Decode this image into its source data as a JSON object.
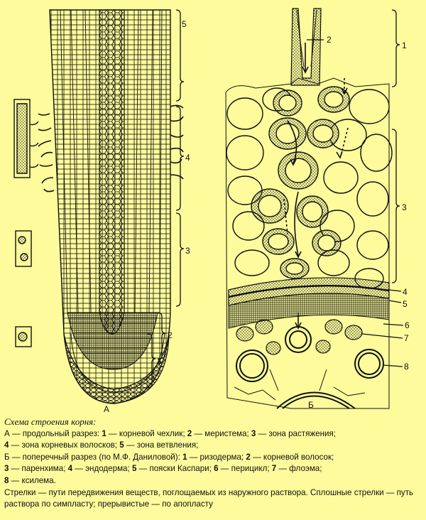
{
  "figure": {
    "panel_a_label": "А",
    "panel_b_label": "Б",
    "panel_a_numbers": [
      "1",
      "2",
      "3",
      "4",
      "5"
    ],
    "panel_b_numbers": [
      "1",
      "2",
      "3",
      "4",
      "5",
      "6",
      "7",
      "8"
    ]
  },
  "caption": {
    "title": "Схема строения корня:",
    "line_a": {
      "prefix": "А — продольный разрез: ",
      "n1": "1",
      "t1": " — корневой чехлик; ",
      "n2": "2",
      "t2": " — меристема; ",
      "n3": "3",
      "t3": " — зона растяжения;"
    },
    "line_a2": {
      "n4": "4",
      "t4": " — зона корневых волосков; ",
      "n5": "5",
      "t5": " — зона ветвления;"
    },
    "line_b": {
      "prefix": "Б — поперечный разрез (по М.Ф. Даниловой): ",
      "n1": "1",
      "t1": " — ризодерма; ",
      "n2": "2",
      "t2": " — корневой волосок;"
    },
    "line_b2": {
      "n3": "3",
      "t3": " — паренхима; ",
      "n4": "4",
      "t4": " — эндодерма; ",
      "n5": "5",
      "t5": " — пояски Каспари; ",
      "n6": "6",
      "t6": " — перицикл; ",
      "n7": "7",
      "t7": " — флоэма;"
    },
    "line_b3": {
      "n8": "8",
      "t8": " — ксилема."
    },
    "arrows_text": "Стрелки — пути передвижения веществ, поглощаемых из наружного раствора. Сплошные стрелки — путь раствора по симпласту; прерывистые — по апопласту"
  }
}
